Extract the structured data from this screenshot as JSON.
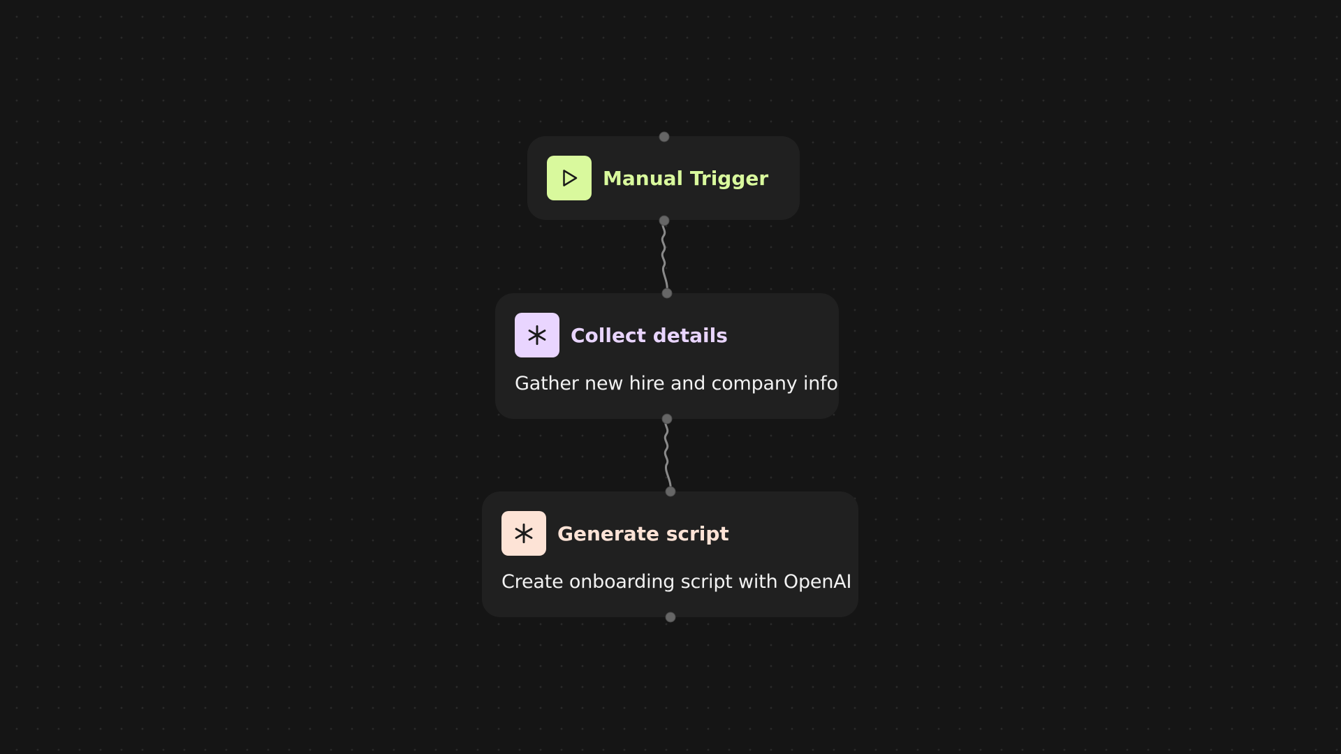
{
  "nodes": {
    "trigger": {
      "title": "Manual Trigger",
      "icon": "play-icon",
      "icon_bg": "#d9f99d",
      "title_color": "#d9f99d"
    },
    "collect": {
      "title": "Collect details",
      "description": "Gather new hire and company info",
      "icon": "asterisk-icon",
      "icon_bg": "#e9d5ff",
      "title_color": "#e9d5ff"
    },
    "generate": {
      "title": "Generate script",
      "description": "Create onboarding script with OpenAI",
      "icon": "asterisk-icon",
      "icon_bg": "#fde3d6",
      "title_color": "#fde3d6"
    }
  },
  "colors": {
    "background": "#151515",
    "node_background": "#202020",
    "port": "#666666",
    "edge": "#8a8a8a"
  }
}
